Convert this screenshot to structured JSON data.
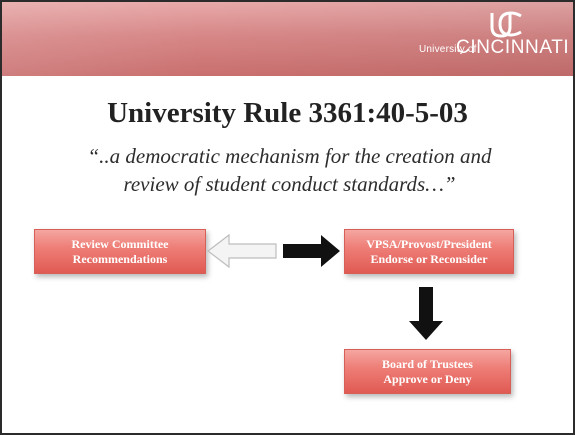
{
  "logo": {
    "university_of": "University of",
    "name": "CINCINNATI",
    "mark_icon": "uc-monogram-icon"
  },
  "slide": {
    "title": "University Rule 3361:40-5-03",
    "quote_line1": "“..a democratic mechanism for the creation and",
    "quote_line2": "review of student conduct standards…”"
  },
  "flow": {
    "review": {
      "line1": "Review Committee",
      "line2": "Recommendations"
    },
    "vpsa": {
      "line1": "VPSA/Provost/President",
      "line2": "Endorse or Reconsider"
    },
    "board": {
      "line1": "Board of Trustees",
      "line2": "Approve or Deny"
    }
  },
  "colors": {
    "header": "#d78787",
    "box": "#ee7f78",
    "arrow_dark": "#111111",
    "arrow_light": "#f4f4f4"
  }
}
